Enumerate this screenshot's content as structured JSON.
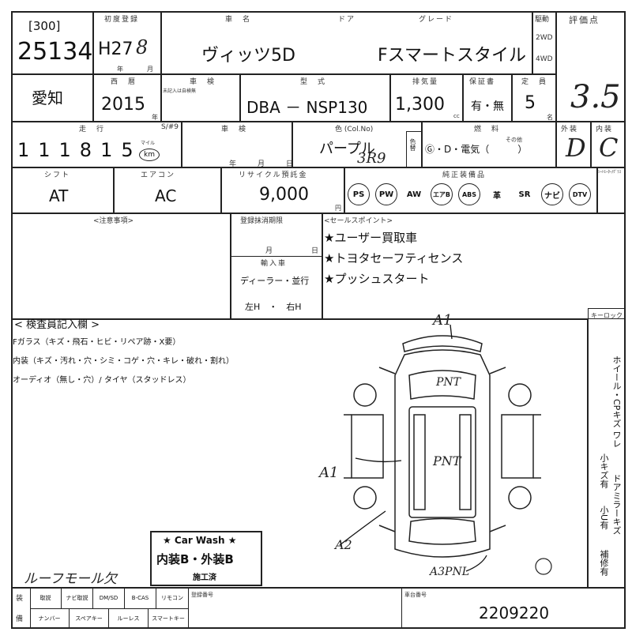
{
  "header": {
    "lot_code": "[300]",
    "lot_number": "25134",
    "first_reg_label": "初度登録",
    "year_era": "H27",
    "month": "8",
    "year_unit": "年",
    "month_unit": "月",
    "name_label": "車　名",
    "car_name": "ヴィッツ5D",
    "door_label": "ドア",
    "grade_label": "グレード",
    "grade": "Fスマートスタイル",
    "drive_label": "駆動",
    "drive_2wd": "2WD",
    "drive_4wd": "4WD",
    "score_label": "評価点",
    "score": "3.5"
  },
  "row2": {
    "region": "愛知",
    "year_label": "西　暦",
    "year": "2015",
    "year_unit": "年",
    "inspection_label": "車　検",
    "inspection_note": "未記入は自検無",
    "model_label": "型　式",
    "model": "DBA － NSP130",
    "displacement_label": "排気量",
    "displacement": "1,300",
    "displacement_unit": "cc",
    "warranty_label": "保証書",
    "warranty": "有・無",
    "capacity_label": "定　員",
    "capacity": "5",
    "capacity_unit": "名"
  },
  "row3": {
    "mileage_label": "走　行",
    "mileage": "111815",
    "mile_unit": "マイル",
    "km_unit": "km",
    "replaced_label": "S/#9",
    "inspection_label": "車　検",
    "year_unit": "年",
    "month_unit": "月",
    "day_unit": "日",
    "color_label": "色 (Col.No)",
    "color": "パープル",
    "color_code": "3R9",
    "color_change_label": "色替",
    "fuel_label": "燃　料",
    "fuel_options": "Ⓖ・D・電気（　　　）",
    "fuel_other": "その他",
    "exterior_label": "外装",
    "exterior_grade": "D",
    "interior_label": "内装",
    "interior_grade": "C"
  },
  "row4": {
    "shift_label": "シフト",
    "shift": "AT",
    "aircon_label": "エアコン",
    "aircon": "AC",
    "recycle_label": "リサイクル預託金",
    "recycle": "9,000",
    "yen": "円",
    "equipment_label": "純正装備品",
    "equipment": [
      {
        "name": "PS",
        "circled": true
      },
      {
        "name": "PW",
        "circled": true
      },
      {
        "name": "AW",
        "circled": false
      },
      {
        "name": "エアB",
        "circled": true
      },
      {
        "name": "ABS",
        "circled": true
      },
      {
        "name": "革",
        "circled": false
      },
      {
        "name": "SR",
        "circled": false
      },
      {
        "name": "ナビ",
        "circled": true
      },
      {
        "name": "DTV",
        "circled": true
      }
    ],
    "right_label": "ｼｰﾄﾋｰﾀｰ/ｸﾞﾗｽ"
  },
  "notes": {
    "caution_label": "<注意事項>",
    "registration_label": "登録抹消期限",
    "month_label": "月",
    "day_label": "日",
    "import_label": "輸入車",
    "dealer": "ディーラー・並行",
    "handle": "左H　・　右H",
    "sales_label": "<セールスポイント>",
    "sales_points": [
      "★ユーザー買取車",
      "★トヨタセーフティセンス",
      "★プッシュスタート"
    ]
  },
  "inspector": {
    "title": "< 検査員記入欄 >",
    "lines": [
      "Fガラス（キズ・飛石・ヒビ・リペア跡・X要）",
      "内装（キズ・汚れ・穴・シミ・コゲ・穴・キレ・破れ・割れ）",
      "オーディオ（無し・穴）/ タイヤ（スタッドレス）"
    ],
    "handwritten": [
      "ルーフモール欠"
    ],
    "keyless_label": "キーロック",
    "side_vertical_1": "ホイール・CPキズ ワレ",
    "side_vertical_2": "小キズ有",
    "side_vertical_3": "ドアミラーキズ",
    "side_vertical_4": "小U有",
    "side_vertical_5": "補修有"
  },
  "diagram": {
    "marks": [
      "A1",
      "PNT",
      "PNT",
      "A1",
      "A2",
      "A3PNL"
    ]
  },
  "carwash": {
    "title": "★ Car Wash ★",
    "grade": "内装B・外装B",
    "status": "施工済"
  },
  "footer": {
    "row_label_top": "装",
    "row_label_bottom": "備",
    "items_top": [
      "取説",
      "ナビ取説",
      "DM/SD",
      "B-CAS",
      "リモコン"
    ],
    "items_bottom": [
      "ナンバー",
      "スペアキー",
      "ルーレス",
      "スマートキー"
    ],
    "reg_no_label": "登録番号",
    "chassis_label": "車台番号",
    "chassis_number": "2209220"
  }
}
